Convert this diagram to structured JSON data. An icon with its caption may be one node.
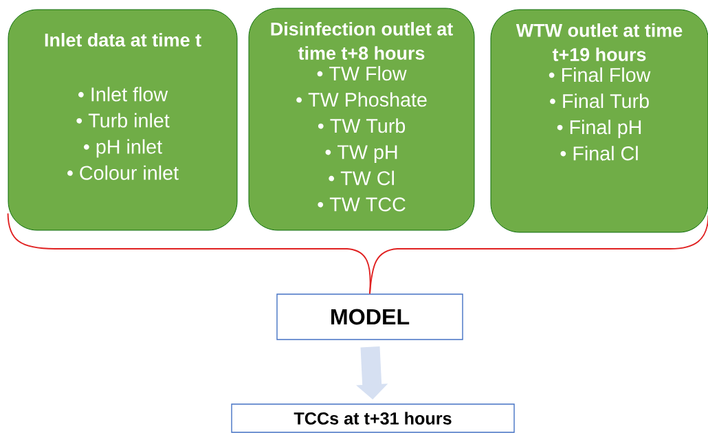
{
  "diagram": {
    "nodes": [
      {
        "text": [
          "Inlet data at time t",
          "• Inlet flow",
          "• Turb inlet",
          "• pH inlet",
          "• Colour inlet"
        ]
      },
      {
        "text": [
          "Disinfection outlet at time t+8 hours",
          "• TW Flow",
          "• TW Phoshate",
          "• TW Turb",
          "• TW pH",
          "• TW Cl",
          "• TW TCC"
        ]
      },
      {
        "text": [
          "WTW outlet at time t+19 hours",
          "• Final Flow",
          "• Final Turb",
          "• Final pH",
          "• Final Cl"
        ]
      },
      {
        "text": [
          "MODEL"
        ]
      },
      {
        "text": [
          "TCCs at t+31 hours"
        ]
      }
    ],
    "edges": [
      {
        "from": 0,
        "to": 3,
        "arrow": "none",
        "color": "#e02020"
      },
      {
        "from": 2,
        "to": 3,
        "arrow": "none",
        "color": "#e02020"
      },
      {
        "from": 3,
        "to": 4,
        "arrow": "to",
        "style": "thick",
        "color": "#d6e0f2"
      }
    ]
  }
}
